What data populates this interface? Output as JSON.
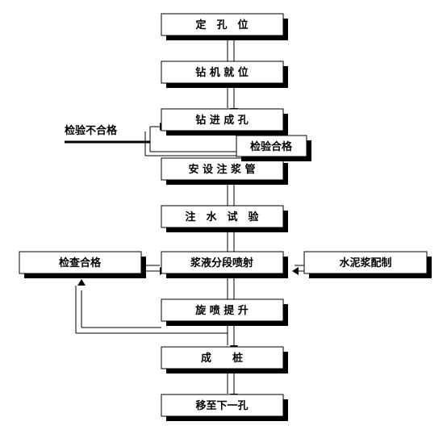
{
  "flowchart": {
    "steps": {
      "locate_hole": "定　孔　位",
      "rig_in_place": "钻 机 就 位",
      "drill_hole": "钻 进 成 孔",
      "install_pipe": "安 设 注 浆 管",
      "water_test": "注　水　试　验",
      "segment_jet": "浆液分段喷射",
      "jet_lift": "旋 喷 提 升",
      "form_pile": "成　　桩",
      "next_hole": "移至下一孔"
    },
    "side_labels": {
      "inspection_failed": "检验不合格",
      "inspection_passed": "检验合格",
      "check_passed": "检查合格",
      "cement_mix": "水泥浆配制"
    }
  }
}
